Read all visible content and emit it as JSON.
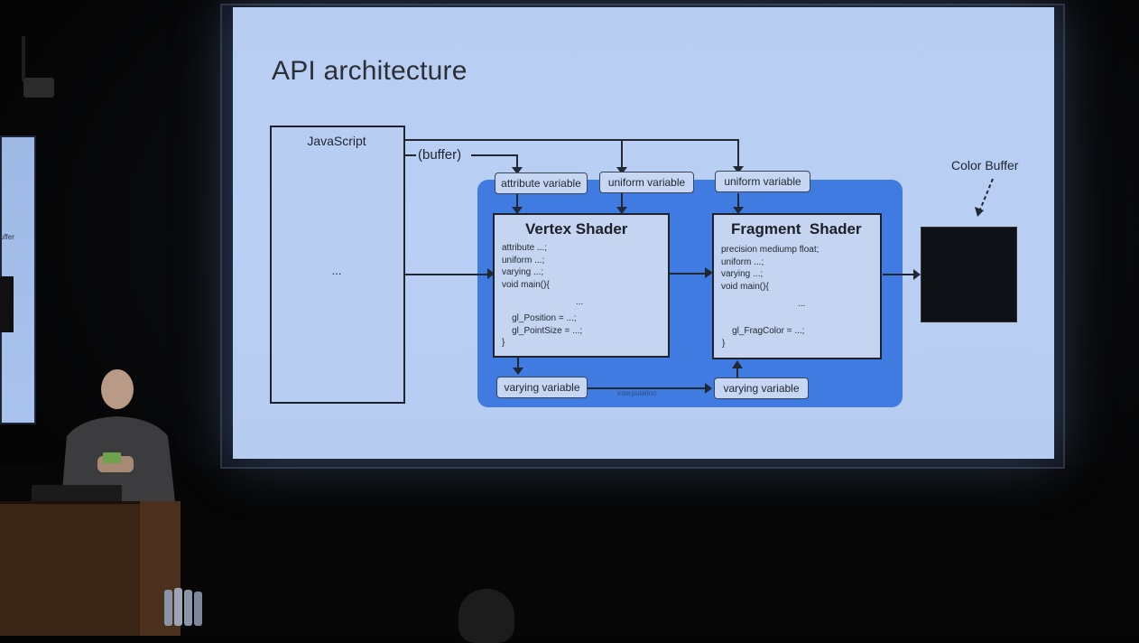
{
  "slide": {
    "title": "API architecture",
    "javascript_label": "JavaScript",
    "javascript_dots": "...",
    "buffer_label": "(buffer)",
    "attribute_variable": "attribute variable",
    "uniform_variable_1": "uniform variable",
    "uniform_variable_2": "uniform variable",
    "varying_variable_1": "varying variable",
    "varying_variable_2": "varying variable",
    "interpolation_label": "interpolation",
    "color_buffer_label": "Color Buffer",
    "vertex_shader": {
      "title": "Vertex Shader",
      "code_top": "attribute ...;\nuniform ...;\nvarying ...;\nvoid main(){",
      "code_dots": "...",
      "code_bottom": "    gl_Position = ...;\n    gl_PointSize = ...;\n}"
    },
    "fragment_shader": {
      "title": "Fragment  Shader",
      "code_top": "precision mediump float;\nuniform ...;\nvarying ...;\nvoid main(){",
      "code_dots": "...",
      "code_bottom": "    gl_FragColor = ...;\n}"
    }
  },
  "side_screen": {
    "text": "uffer"
  },
  "colors": {
    "slide_background": "#b7cdf1",
    "shader_region": "#3f7be0",
    "color_buffer": "#0e1116"
  }
}
